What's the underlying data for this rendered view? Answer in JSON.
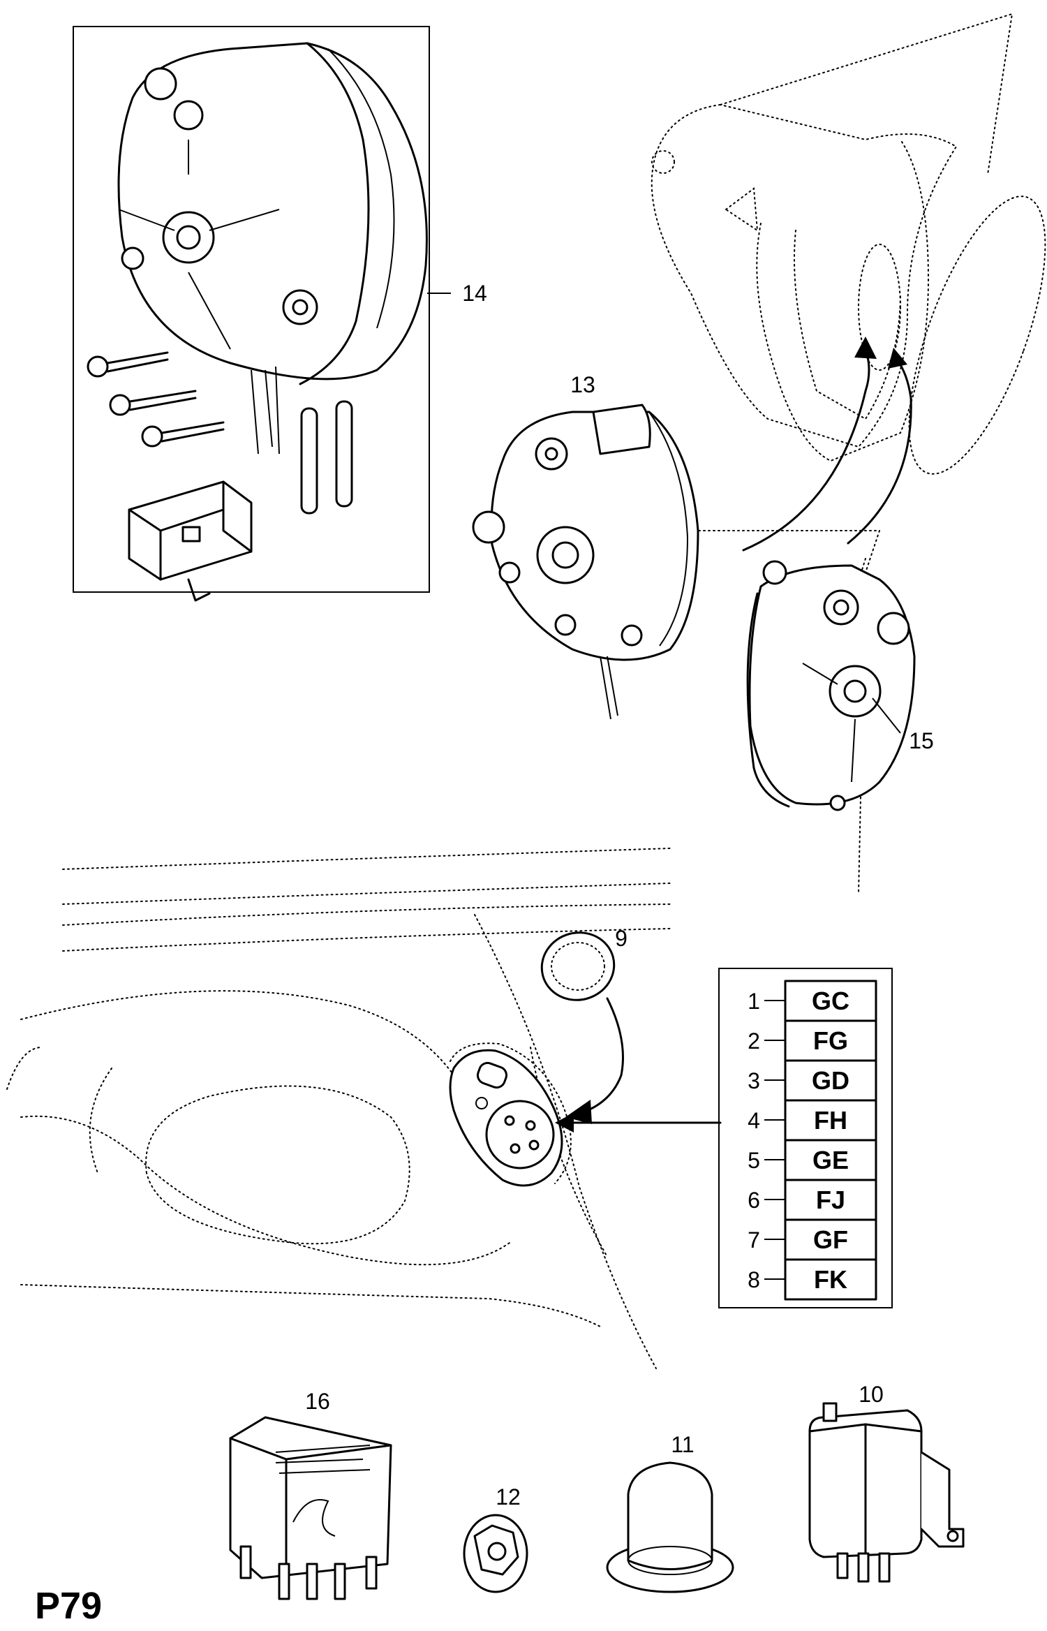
{
  "page_id": "P79",
  "callouts": {
    "c9": "9",
    "c10": "10",
    "c11": "11",
    "c12": "12",
    "c13": "13",
    "c14": "14",
    "c15": "15",
    "c16": "16"
  },
  "code_table": [
    {
      "index": "1",
      "code": "GC"
    },
    {
      "index": "2",
      "code": "FG"
    },
    {
      "index": "3",
      "code": "GD"
    },
    {
      "index": "4",
      "code": "FH"
    },
    {
      "index": "5",
      "code": "GE"
    },
    {
      "index": "6",
      "code": "FJ"
    },
    {
      "index": "7",
      "code": "GF"
    },
    {
      "index": "8",
      "code": "FK"
    }
  ]
}
